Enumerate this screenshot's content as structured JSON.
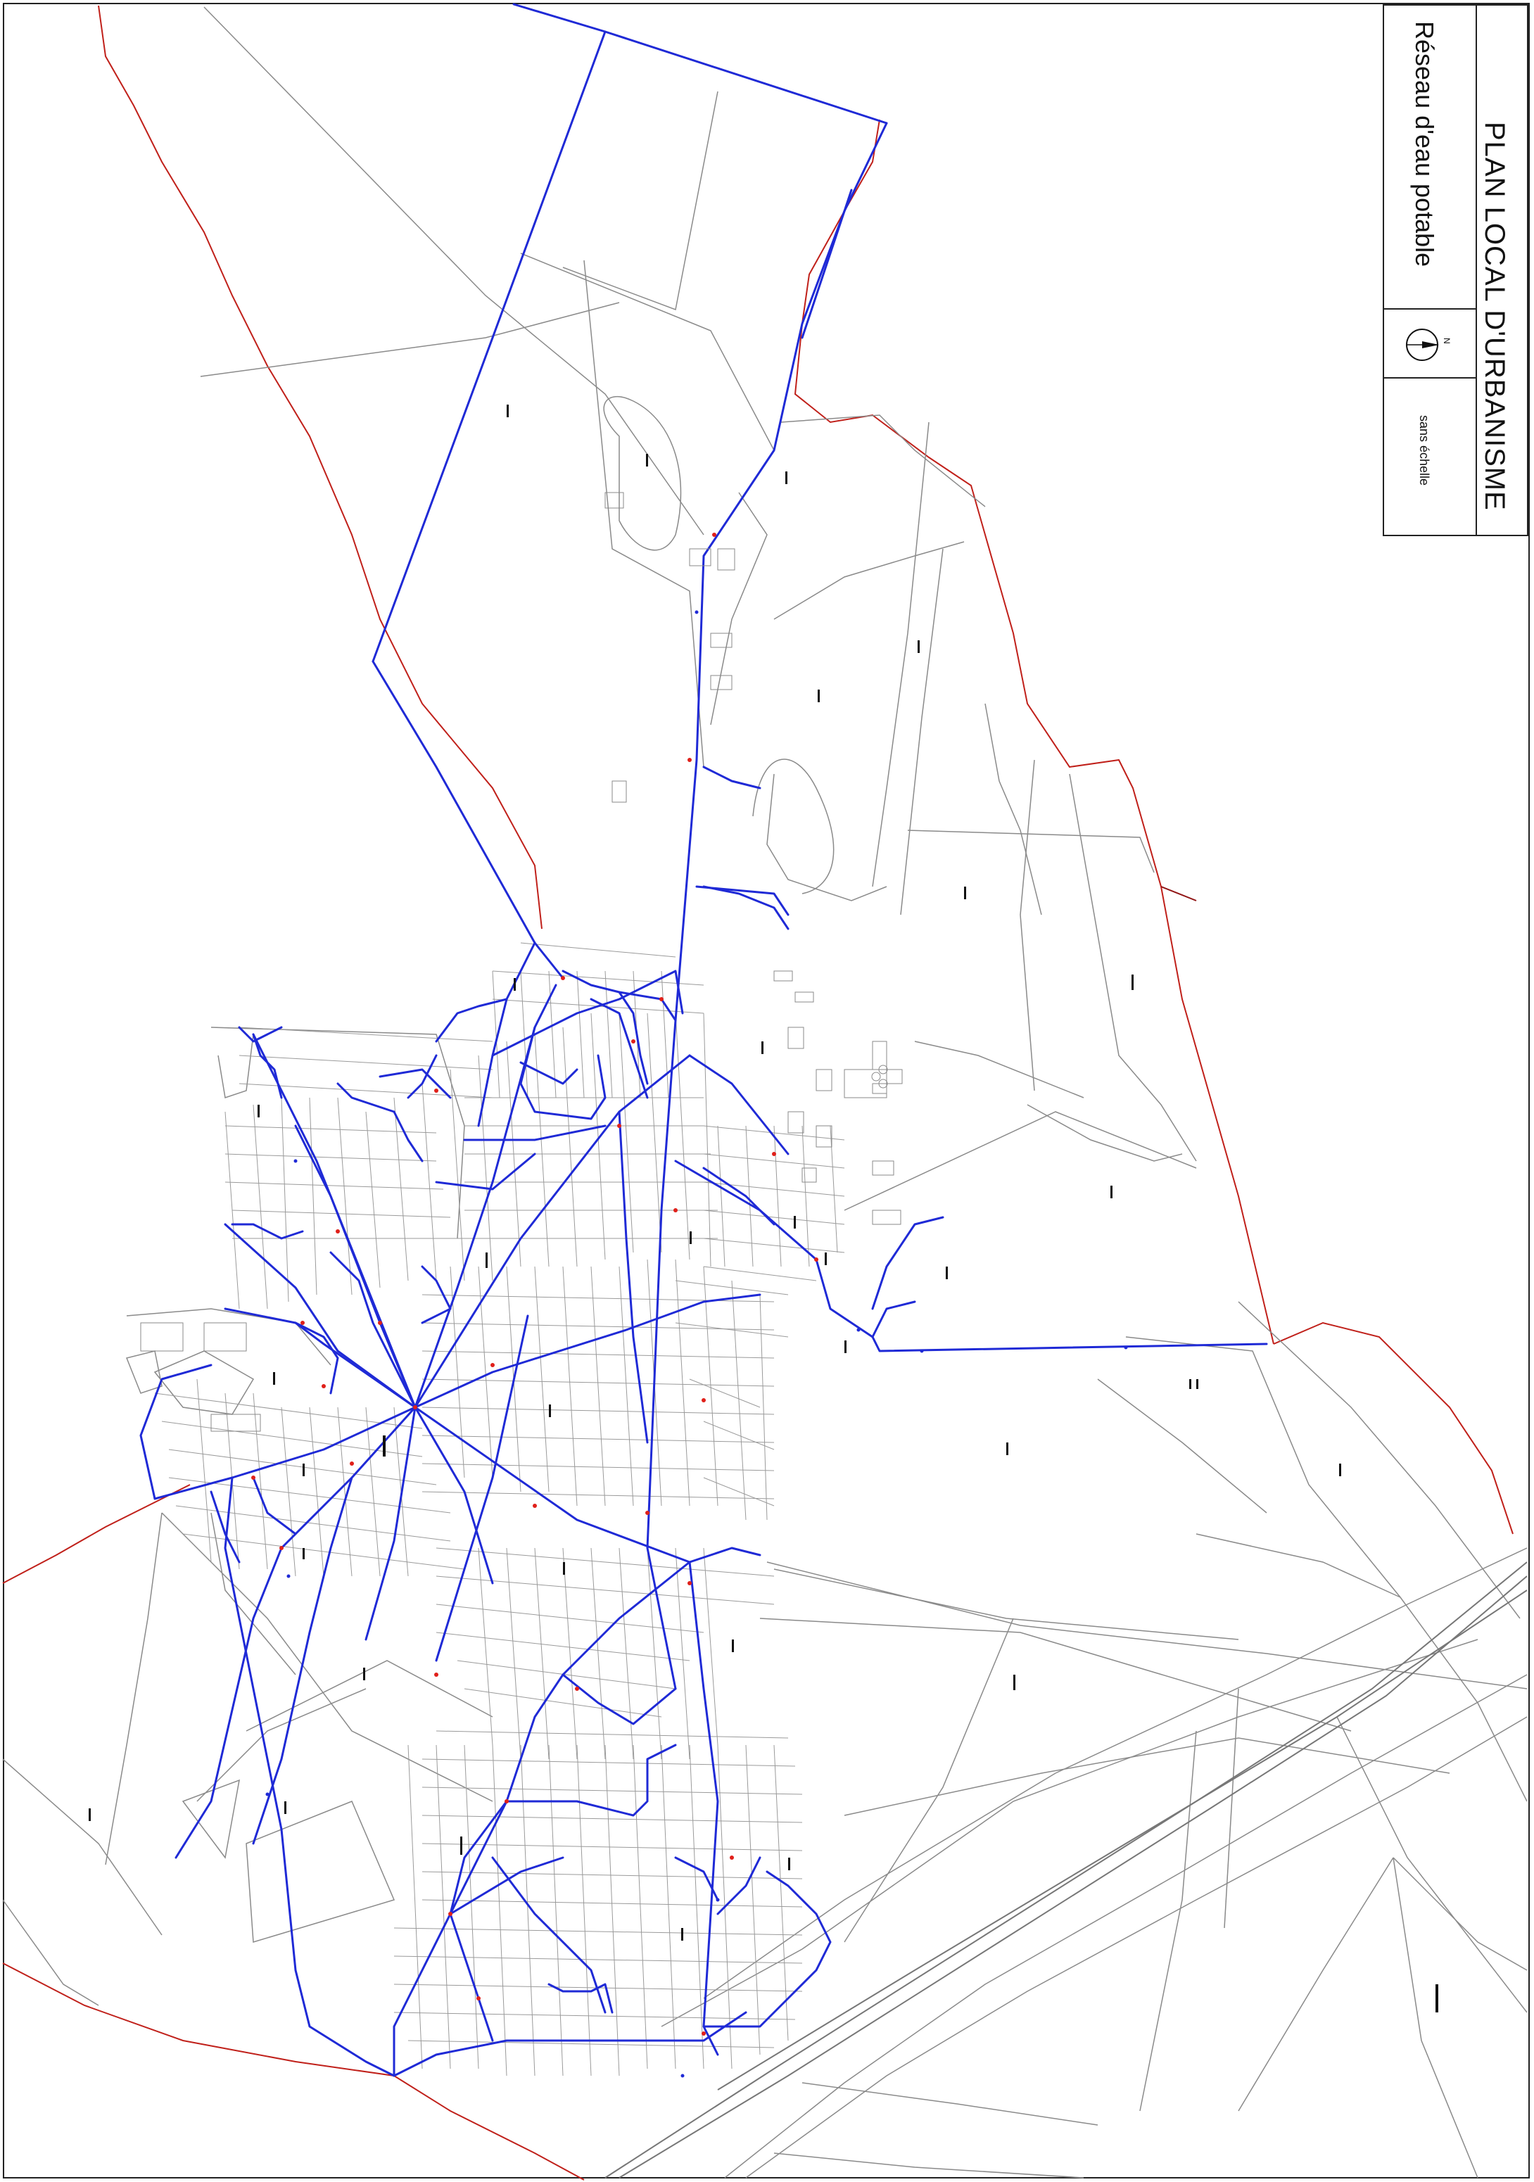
{
  "cartouche": {
    "title": "PLAN LOCAL D'URBANISME",
    "subtitle": "Réseau d'eau potable",
    "north_label": "N",
    "scale_label": "sans échelle"
  },
  "legend_colors": {
    "water_main": "#1f2ad6",
    "hydrant": "#e0201a",
    "commune_boundary": "#a01616",
    "parcel_line": "#8a8a8a",
    "frame": "#222222"
  },
  "icons": [
    "north-arrow-icon"
  ]
}
